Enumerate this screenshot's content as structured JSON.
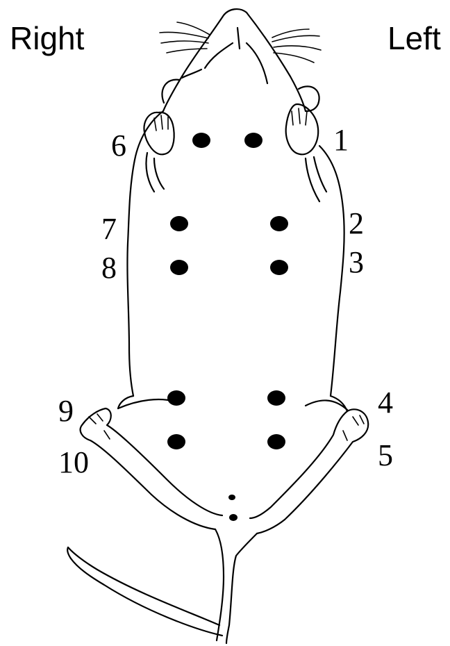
{
  "labels": {
    "right": "Right",
    "left": "Left"
  },
  "sites": [
    {
      "number": "1",
      "side": "left"
    },
    {
      "number": "2",
      "side": "left"
    },
    {
      "number": "3",
      "side": "left"
    },
    {
      "number": "4",
      "side": "left"
    },
    {
      "number": "5",
      "side": "left"
    },
    {
      "number": "6",
      "side": "right"
    },
    {
      "number": "7",
      "side": "right"
    },
    {
      "number": "8",
      "side": "right"
    },
    {
      "number": "9",
      "side": "right"
    },
    {
      "number": "10",
      "side": "right"
    }
  ],
  "colors": {
    "ink": "#000000",
    "background": "#ffffff"
  }
}
